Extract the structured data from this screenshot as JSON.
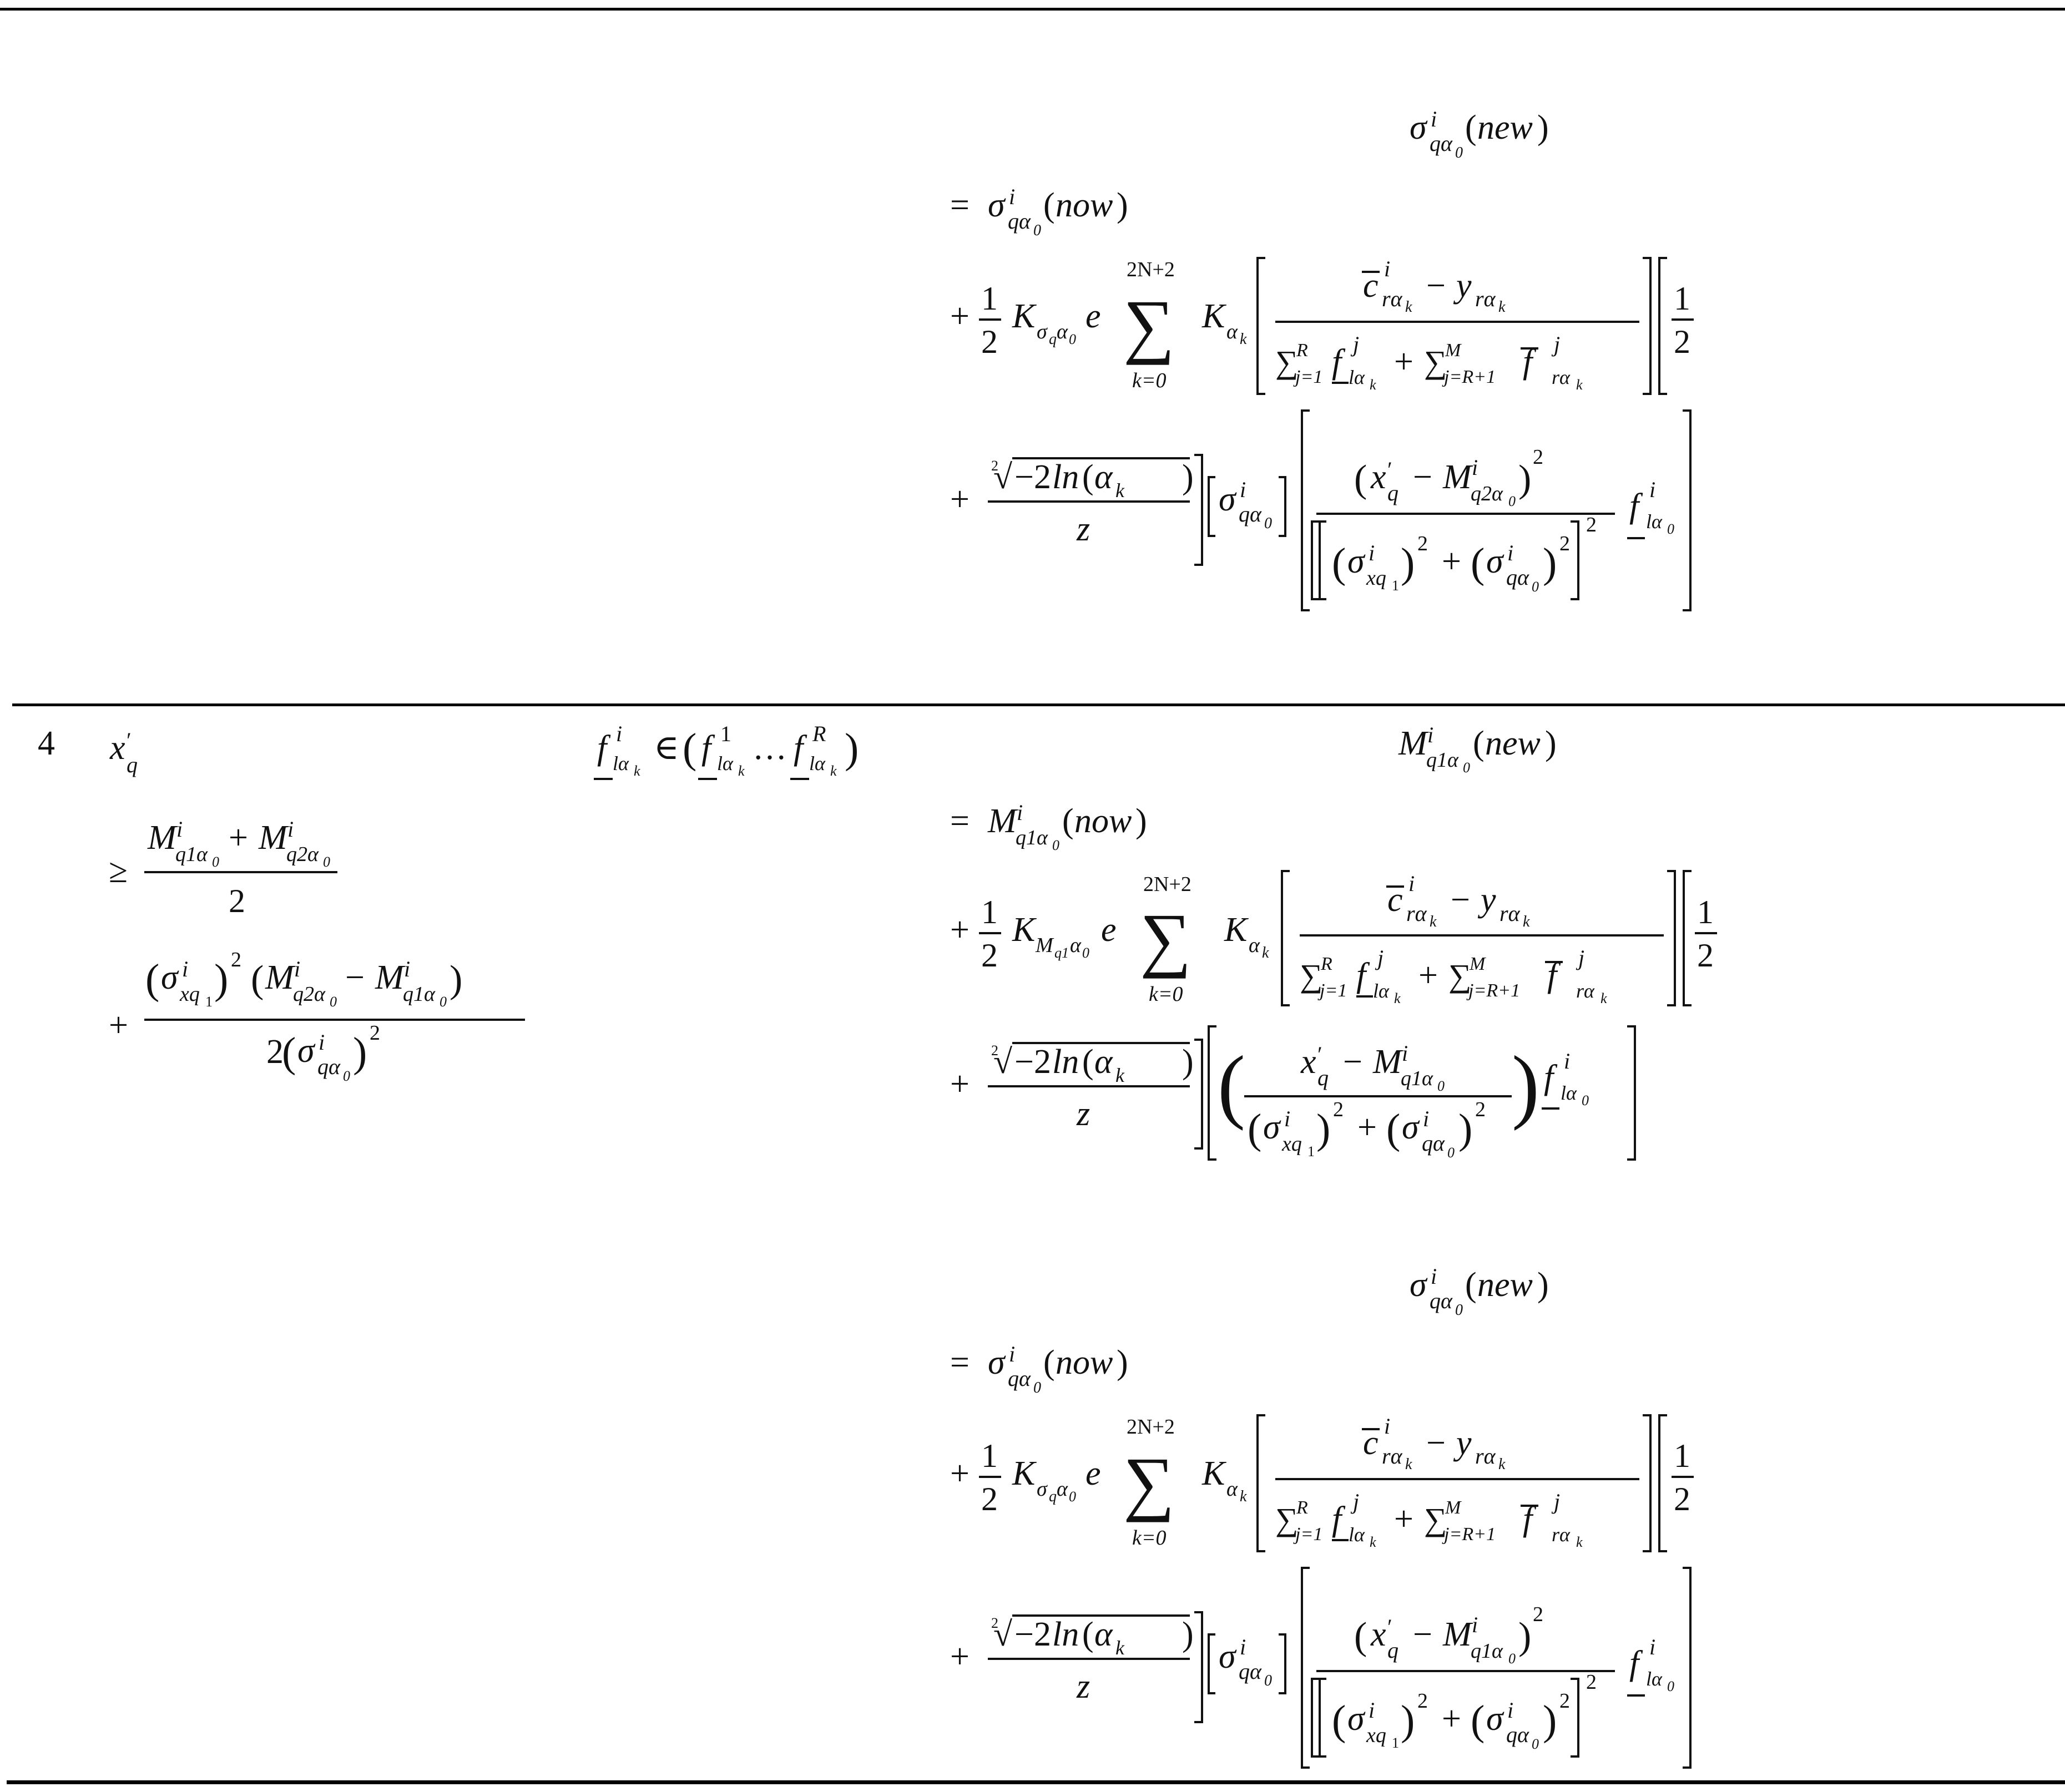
{
  "table": {
    "row_number": "4",
    "row_upper": {
      "sigma_update": {
        "lhs": "σ^i_{qα0}(new)",
        "line1": "= σ^i_{qα0}(now)",
        "line2": "+ (1/2) K_{σqα0} e Σ_{k=0}^{2N+2} K_{αk} [ (c̄^i_{rαk} − y_{rαk}) / (Σ_{j=1}^{R} f^j_{lαk} + Σ_{j=R+1}^{M} f̄^j_{rαk}) ] [ 1/2",
        "line3": "+ (√(−2 ln(αk)))/z ] [σ^i_{qα0}] [ (x'_q − M^i_{q2α0})^2 / [ (σ^i_{xq1})^2 + (σ^i_{qα0})^2 ]^2 f^i_{lα0} ]"
      }
    },
    "row_lower": {
      "condition": {
        "line1": "x'_q",
        "line2": "≥ (M^i_{q1α0} + M^i_{q2α0}) / 2",
        "line3": "+ (σ^i_{xq1})^2 (M^i_{q2α0} − M^i_{q1α0}) / 2(σ^i_{qα0})^2"
      },
      "membership": "f^i_{lαk} ∈ (f^1_{lαk} … f^R_{lαk})",
      "mean_update": {
        "lhs": "M^i_{q1α0}(new)",
        "line1": "= M^i_{q1α0}(now)",
        "line2": "+ (1/2) K_{Mq1α0} e Σ_{k=0}^{2N+2} K_{αk} [ (c̄^i_{rαk} − y_{rαk}) / (Σ_{j=1}^{R} f^j_{lαk} + Σ_{j=R+1}^{M} f̄^j_{rαk}) ] [ 1/2",
        "line3": "+ (√(−2 ln(αk)))/z ] [ ( (x'_q − M^i_{q1α0}) / ((σ^i_{xq1})^2 + (σ^i_{qα0})^2) ) f^i_{lα0} ]"
      },
      "sigma_update": {
        "lhs": "σ^i_{qα0}(new)",
        "line1": "= σ^i_{qα0}(now)",
        "line2": "+ (1/2) K_{σqα0} e Σ_{k=0}^{2N+2} K_{αk} [ (c̄^i_{rαk} − y_{rαk}) / (Σ_{j=1}^{R} f^j_{lαk} + Σ_{j=R+1}^{M} f̄^j_{rαk}) ] [ 1/2",
        "line3": "+ (√(−2 ln(αk)))/z ] [σ^i_{qα0}] [ (x'_q − M^i_{q1α0})^2 / [ (σ^i_{xq1})^2 + (σ^i_{qα0})^2 ]^2 f^i_{lα0} ]"
      }
    }
  }
}
